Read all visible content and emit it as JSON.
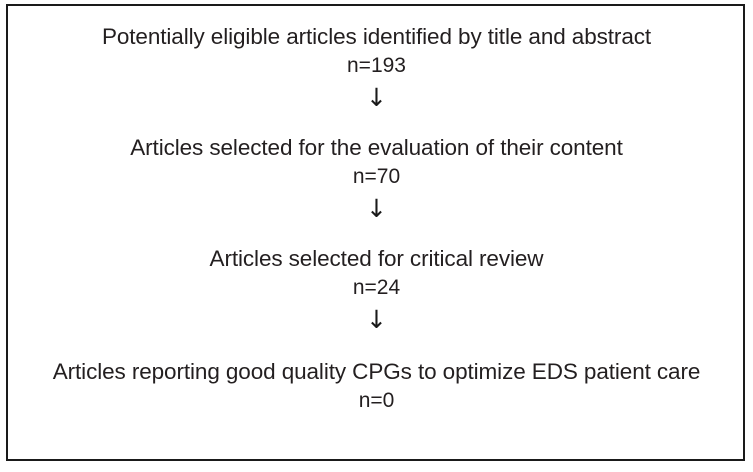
{
  "figure": {
    "type": "flowchart",
    "orientation": "vertical",
    "border_color": "#1a1a1a",
    "text_color": "#231f20",
    "background": "#ffffff",
    "arrow_glyph": "↓",
    "arrow_name": "down-arrow-icon"
  },
  "flow": {
    "nodes": [
      {
        "id": "node-1",
        "label": "Potentially eligible articles identified by title and abstract",
        "count": "n=193",
        "n": 193
      },
      {
        "id": "node-2",
        "label": "Articles selected for the evaluation of their content",
        "count": "n=70",
        "n": 70
      },
      {
        "id": "node-3",
        "label": "Articles selected for critical review",
        "count": "n=24",
        "n": 24
      },
      {
        "id": "node-4",
        "label": "Articles reporting good quality CPGs to optimize EDS patient care",
        "count": "n=0",
        "n": 0
      }
    ],
    "connectors": [
      {
        "id": "arrow-1",
        "glyph": "↓",
        "from": "node-1",
        "to": "node-2"
      },
      {
        "id": "arrow-2",
        "glyph": "↓",
        "from": "node-2",
        "to": "node-3"
      },
      {
        "id": "arrow-3",
        "glyph": "↓",
        "from": "node-3",
        "to": "node-4"
      }
    ]
  }
}
